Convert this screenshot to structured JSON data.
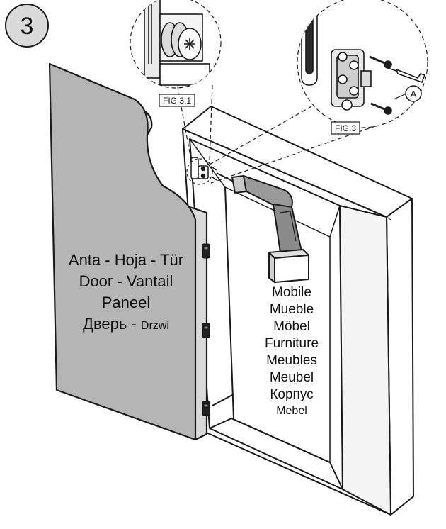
{
  "step": {
    "number": "3"
  },
  "figures": {
    "fig_3_1": "FIG.3.1",
    "fig_3": "FIG.3",
    "callout_a": "A"
  },
  "door": {
    "lines": [
      "Anta - Hoja - Tür",
      "Door - Vantail",
      "Paneel"
    ],
    "line4_main": "Дверь - ",
    "line4_small": "Drzwi"
  },
  "cabinet": {
    "lines": [
      "Mobile",
      "Mueble",
      "Möbel",
      "Furniture",
      "Meubles",
      "Meubel",
      "Корпус"
    ],
    "last_small": "Mebel"
  },
  "colors": {
    "door_fill": "#b5b5b5",
    "stroke": "#1a1a1a",
    "drill_fill": "#9a9a9a"
  },
  "icons": [
    "drill-icon",
    "screw-icon",
    "screwdriver-icon",
    "hinge-icon"
  ]
}
